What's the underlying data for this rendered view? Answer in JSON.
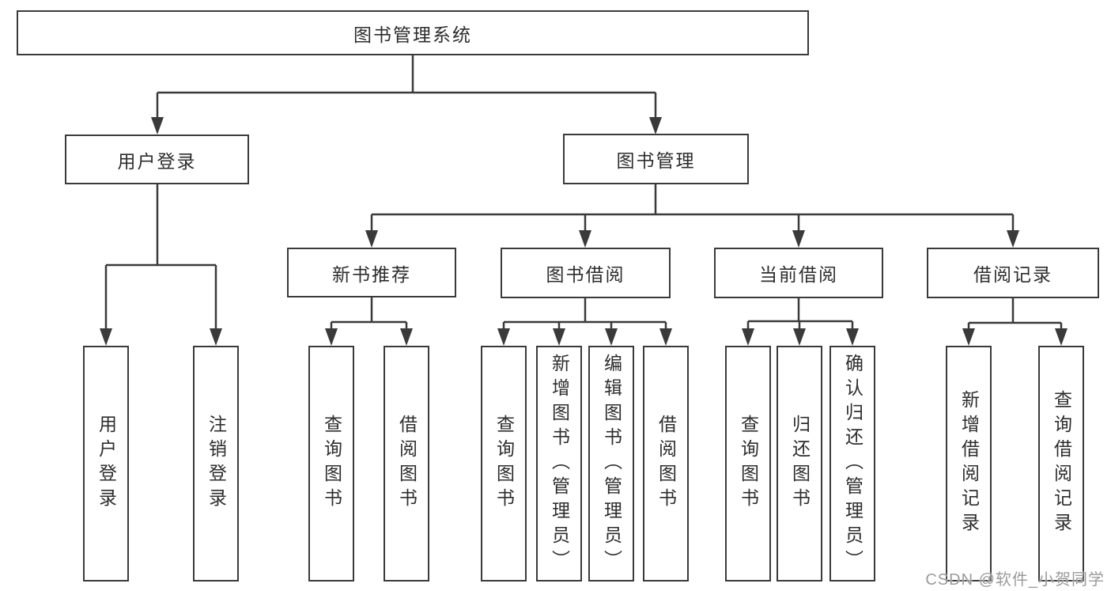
{
  "diagram": {
    "type": "tree",
    "root": {
      "label": "图书管理系统"
    },
    "level2": [
      {
        "label": "用户登录"
      },
      {
        "label": "图书管理"
      }
    ],
    "level3": [
      {
        "label": "新书推荐",
        "parent": "图书管理"
      },
      {
        "label": "图书借阅",
        "parent": "图书管理"
      },
      {
        "label": "当前借阅",
        "parent": "图书管理"
      },
      {
        "label": "借阅记录",
        "parent": "图书管理"
      }
    ],
    "leaves": [
      {
        "label": "用户登录",
        "parent": "用户登录"
      },
      {
        "label": "注销登录",
        "parent": "用户登录"
      },
      {
        "label": "查询图书",
        "parent": "新书推荐"
      },
      {
        "label": "借阅图书",
        "parent": "新书推荐"
      },
      {
        "label": "查询图书",
        "parent": "图书借阅"
      },
      {
        "label": "新增图书（管理员）",
        "parent": "图书借阅"
      },
      {
        "label": "编辑图书（管理员）",
        "parent": "图书借阅"
      },
      {
        "label": "借阅图书",
        "parent": "图书借阅"
      },
      {
        "label": "查询图书",
        "parent": "当前借阅"
      },
      {
        "label": "归还图书",
        "parent": "当前借阅"
      },
      {
        "label": "确认归还（管理员）",
        "parent": "当前借阅"
      },
      {
        "label": "新增借阅记录",
        "parent": "借阅记录"
      },
      {
        "label": "查询借阅记录",
        "parent": "借阅记录"
      }
    ]
  },
  "watermark": {
    "text": "CSDN @软件_小贺同学"
  },
  "colors": {
    "line": "#3a3a3a",
    "box_border": "#3a3a3a",
    "text": "#2d2d2d",
    "background": "#ffffff",
    "watermark": "#9b9b9b"
  }
}
